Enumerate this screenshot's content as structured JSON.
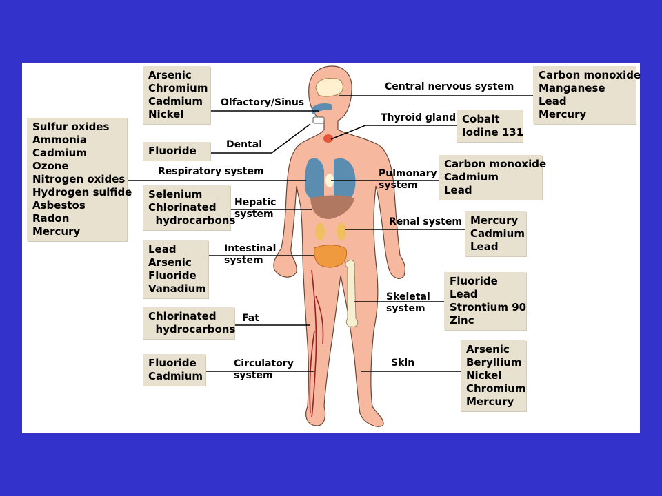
{
  "boxes": {
    "olfactory": [
      "Arsenic",
      "Chromium",
      "Cadmium",
      "Nickel"
    ],
    "dental": [
      "Fluoride"
    ],
    "respiratory": [
      "Sulfur oxides",
      "Ammonia",
      "Cadmium",
      "Ozone",
      "Nitrogen oxides",
      "Hydrogen sulfide",
      "Asbestos",
      "Radon",
      "Mercury"
    ],
    "hepatic": [
      "Selenium",
      "Chlorinated",
      "  hydrocarbons"
    ],
    "intestinal": [
      "Lead",
      "Arsenic",
      "Fluoride",
      "Vanadium"
    ],
    "fat": [
      "Chlorinated",
      "  hydrocarbons"
    ],
    "circulatory": [
      "Fluoride",
      "Cadmium"
    ],
    "cns": [
      "Carbon monoxide",
      "Manganese",
      "Lead",
      "Mercury"
    ],
    "thyroid": [
      "Cobalt",
      "Iodine 131"
    ],
    "pulmonary": [
      "Carbon monoxide",
      "Cadmium",
      "Lead"
    ],
    "renal": [
      "Mercury",
      "Cadmium",
      "Lead"
    ],
    "skeletal": [
      "Fluoride",
      "Lead",
      "Strontium 90",
      "Zinc"
    ],
    "skin": [
      "Arsenic",
      "Beryllium",
      "Nickel",
      "Chromium",
      "Mercury"
    ]
  },
  "labels": {
    "olfactory": [
      "Olfactory/Sinus"
    ],
    "dental": [
      "Dental"
    ],
    "respiratory": [
      "Respiratory system"
    ],
    "hepatic": [
      "Hepatic",
      "system"
    ],
    "intestinal": [
      "Intestinal",
      "system"
    ],
    "fat": [
      "Fat"
    ],
    "circulatory": [
      "Circulatory",
      "system"
    ],
    "cns": [
      "Central nervous system"
    ],
    "thyroid": [
      "Thyroid gland"
    ],
    "pulmonary": [
      "Pulmonary",
      "system"
    ],
    "renal": [
      "Renal system"
    ],
    "skeletal": [
      "Skeletal",
      "system"
    ],
    "skin": [
      "Skin"
    ]
  },
  "colors": {
    "background": "#3333cc",
    "panel": "#ffffff",
    "box": "#e8e1cf",
    "skin": "#f6b99f",
    "lungs": "#5b8db0",
    "liver": "#b07860",
    "kidney": "#f0c060",
    "intestine": "#f09a40"
  }
}
